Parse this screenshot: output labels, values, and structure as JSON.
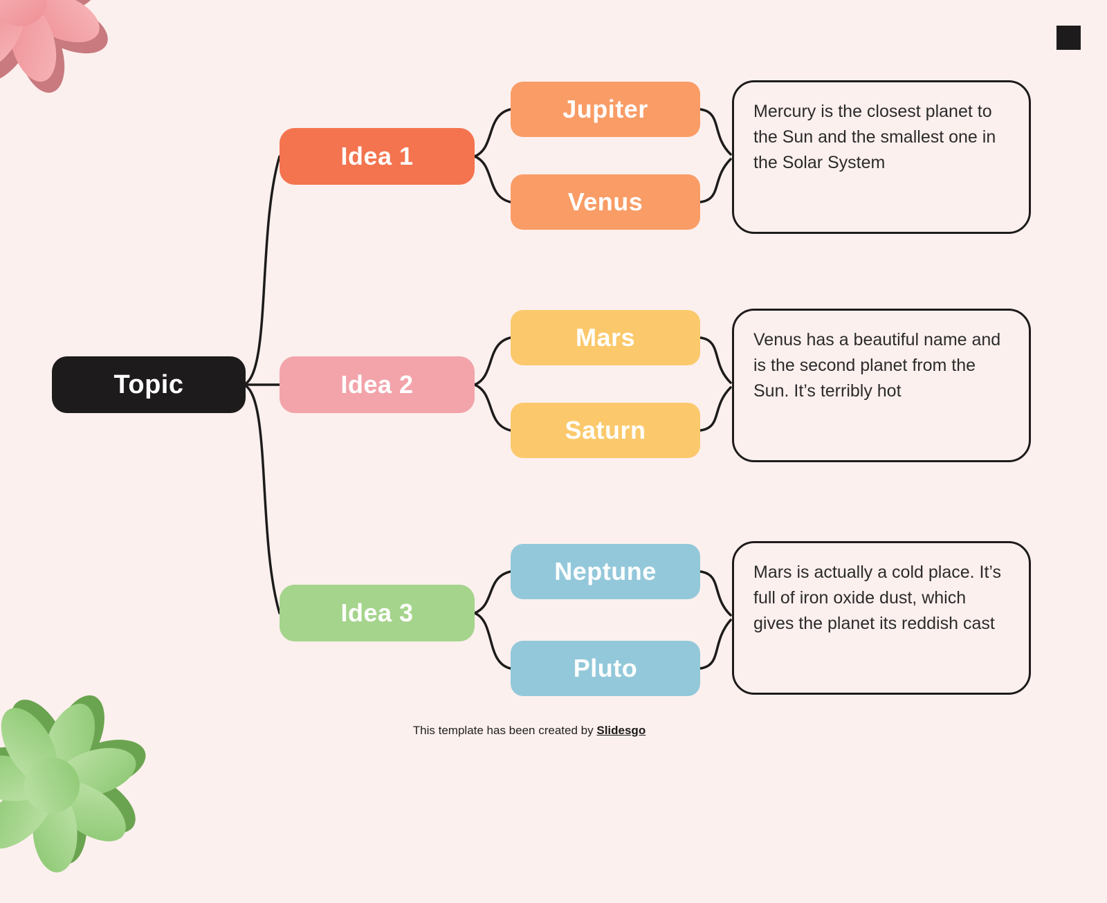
{
  "page": {
    "background_color": "#fcf0ee",
    "footer": {
      "prefix": "This template has been created by",
      "brand": "Slidesgo"
    },
    "decorations": {
      "corner_square_color": "#1d1b1b",
      "flower_top_left": {
        "main_light": "#f7b6b9",
        "main_dark": "#ee8f94",
        "shadow": "#c87a7e"
      },
      "flower_bottom_left": {
        "main_light": "#bfe3a9",
        "main_dark": "#8bc771",
        "shadow": "#6ba450"
      }
    }
  },
  "mindmap": {
    "connector_color": "#1d1b1b",
    "note_border_color": "#1d1b1b",
    "note_text_color": "#2b2b2b",
    "root": {
      "label": "Topic",
      "color": "#1d1b1b",
      "text_color": "#ffffff"
    },
    "branches": [
      {
        "label": "Idea 1",
        "color": "#f3744f",
        "children": [
          {
            "label": "Jupiter",
            "color": "#f99c66"
          },
          {
            "label": "Venus",
            "color": "#f99c66"
          }
        ],
        "note": "Mercury is the closest planet to the Sun and the smallest one in the Solar System"
      },
      {
        "label": "Idea 2",
        "color": "#f2a4aa",
        "children": [
          {
            "label": "Mars",
            "color": "#fbc96c"
          },
          {
            "label": "Saturn",
            "color": "#fbc96c"
          }
        ],
        "note": "Venus has a beautiful name and is the second planet from the Sun. It’s terribly hot"
      },
      {
        "label": "Idea 3",
        "color": "#a5d48c",
        "children": [
          {
            "label": "Neptune",
            "color": "#93c8da"
          },
          {
            "label": "Pluto",
            "color": "#93c8da"
          }
        ],
        "note": "Mars is actually a cold place. It’s full of iron oxide dust, which gives the planet its reddish cast"
      }
    ]
  }
}
